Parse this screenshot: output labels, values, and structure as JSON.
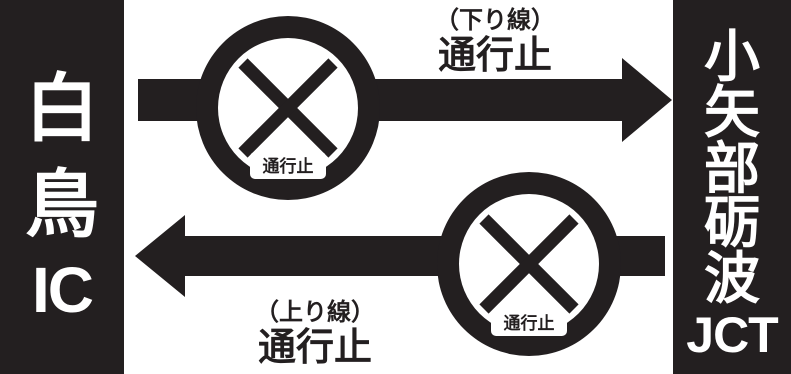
{
  "origin_panel": {
    "name_chars": [
      "白",
      "鳥"
    ],
    "code": "IC"
  },
  "destination_panel": {
    "name_chars": [
      "小",
      "矢",
      "部",
      "砺",
      "波"
    ],
    "code": "JCT"
  },
  "arrows": {
    "downbound": {
      "direction_label": "（下り線）",
      "status_label": "通行止",
      "sign_label": "通行止"
    },
    "upbound": {
      "direction_label": "（上り線）",
      "status_label": "通行止",
      "sign_label": "通行止"
    }
  },
  "colors": {
    "ink": "#231f20",
    "background": "#ffffff"
  },
  "icons": {
    "closure_sign": "no-entry-x-circle-icon"
  }
}
